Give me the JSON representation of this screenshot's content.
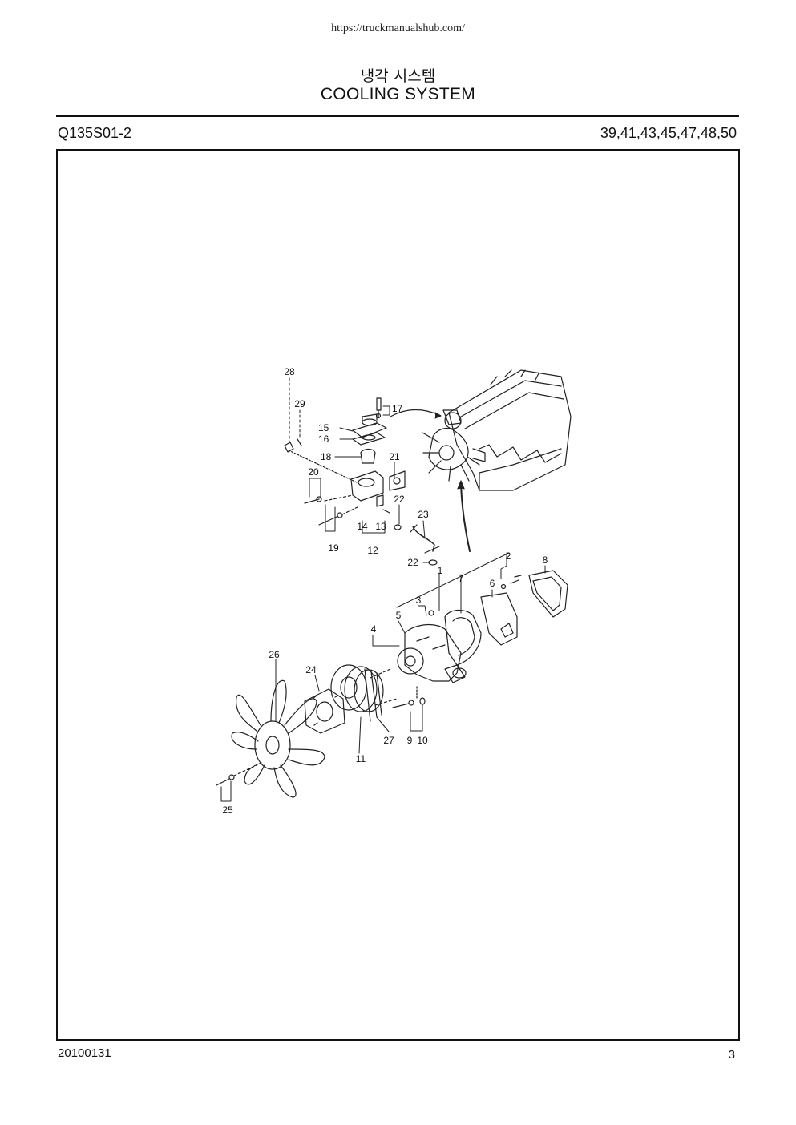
{
  "header": {
    "url": "https://truckmanualshub.com/",
    "title_korean": "냉각 시스템",
    "title_english": "COOLING SYSTEM",
    "group_code": "Q135S01-2",
    "model_list": "39,41,43,45,47,48,50"
  },
  "diagram": {
    "callouts": {
      "c1": "1",
      "c2": "2",
      "c3": "3",
      "c4": "4",
      "c5": "5",
      "c6": "6",
      "c7": "7",
      "c8": "8",
      "c9": "9",
      "c10": "10",
      "c11": "11",
      "c12": "12",
      "c13": "13",
      "c14": "14",
      "c15": "15",
      "c16": "16",
      "c17": "17",
      "c18": "18",
      "c19": "19",
      "c20": "20",
      "c21": "21",
      "c22a": "22",
      "c22b": "22",
      "c23": "23",
      "c24": "24",
      "c25": "25",
      "c26": "26",
      "c27": "27",
      "c28": "28",
      "c29": "29"
    }
  },
  "footer": {
    "date": "20100131",
    "page_number": "3"
  }
}
